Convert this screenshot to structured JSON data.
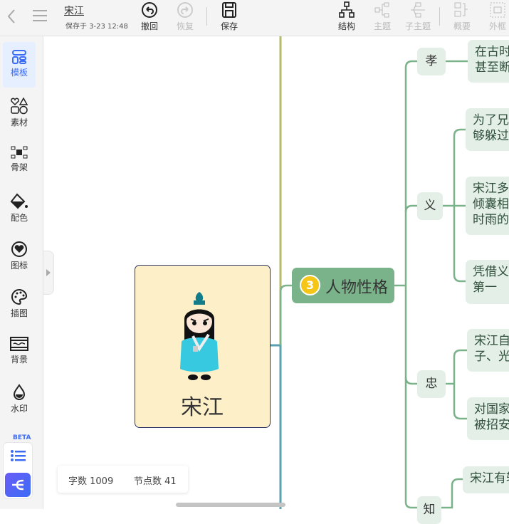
{
  "header": {
    "title": "宋江",
    "saved": "保存于 3-23 12:48",
    "undo": "撤回",
    "redo": "恢复",
    "save": "保存",
    "structure": "结构",
    "topic": "主题",
    "subtopic": "子主题",
    "summary": "概要",
    "frame": "外框"
  },
  "sidebar": {
    "items": [
      {
        "label": "模板",
        "icon": "template-icon"
      },
      {
        "label": "素材",
        "icon": "shapes-icon"
      },
      {
        "label": "骨架",
        "icon": "skeleton-icon"
      },
      {
        "label": "配色",
        "icon": "paint-bucket-icon"
      },
      {
        "label": "图标",
        "icon": "heart-icon"
      },
      {
        "label": "插图",
        "icon": "palette-icon"
      },
      {
        "label": "背景",
        "icon": "background-icon"
      },
      {
        "label": "水印",
        "icon": "drop-icon"
      }
    ],
    "beta": "BETA"
  },
  "mindmap": {
    "root": "宋江",
    "branch": {
      "badge": "3",
      "label": "人物性格"
    },
    "categories": [
      "孝",
      "义",
      "忠",
      "知"
    ],
    "leaves": [
      {
        "line1": "在古时",
        "line2": "甚至断"
      },
      {
        "line1": "为了兄",
        "line2": "够躲过"
      },
      {
        "line1": "宋江多",
        "line2": "倾囊相",
        "line3": "时雨的"
      },
      {
        "line1": "凭借义",
        "line2": "第一"
      },
      {
        "line1": "宋江自",
        "line2": "子、光"
      },
      {
        "line1": "对国家",
        "line2": "被招安"
      },
      {
        "line1": "宋江有轻"
      }
    ]
  },
  "status": {
    "chars": "字数 1009",
    "nodes": "节点数 41"
  },
  "colors": {
    "accent": "#3b6cf6",
    "branch": "#7ab38a",
    "node_bg": "#e3efe7",
    "root_bg": "#fdf0c8",
    "root_border": "#2d3566"
  }
}
